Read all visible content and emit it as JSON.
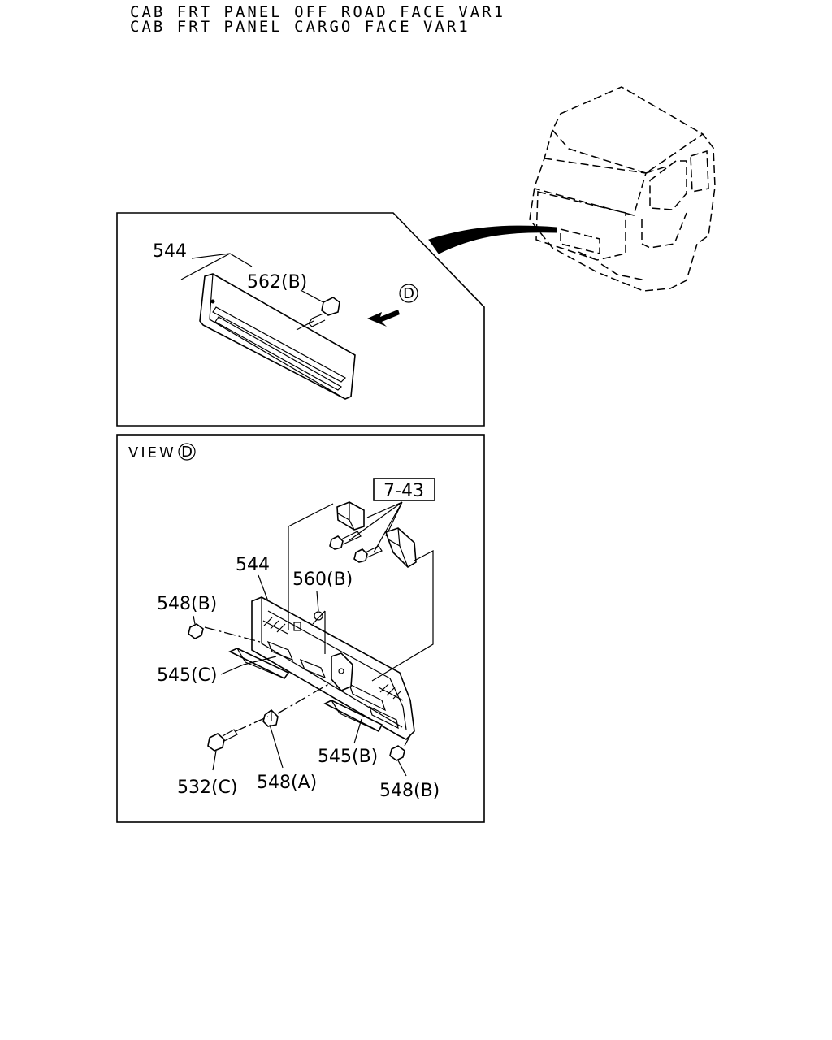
{
  "header": {
    "line1": "CAB FRT PANEL OFF ROAD FACE VAR1",
    "line2": "CAB FRT PANEL CARGO FACE VAR1"
  },
  "detail": {
    "label_544": "544",
    "label_562b": "562(B)",
    "view_marker": "D"
  },
  "view": {
    "title": "VIEW",
    "marker": "D",
    "ref_box": "7-43",
    "label_544": "544",
    "label_560b": "560(B)",
    "label_548b_left": "548(B)",
    "label_545c": "545(C)",
    "label_545b": "545(B)",
    "label_532c": "532(C)",
    "label_548a": "548(A)",
    "label_548b_right": "548(B)"
  }
}
